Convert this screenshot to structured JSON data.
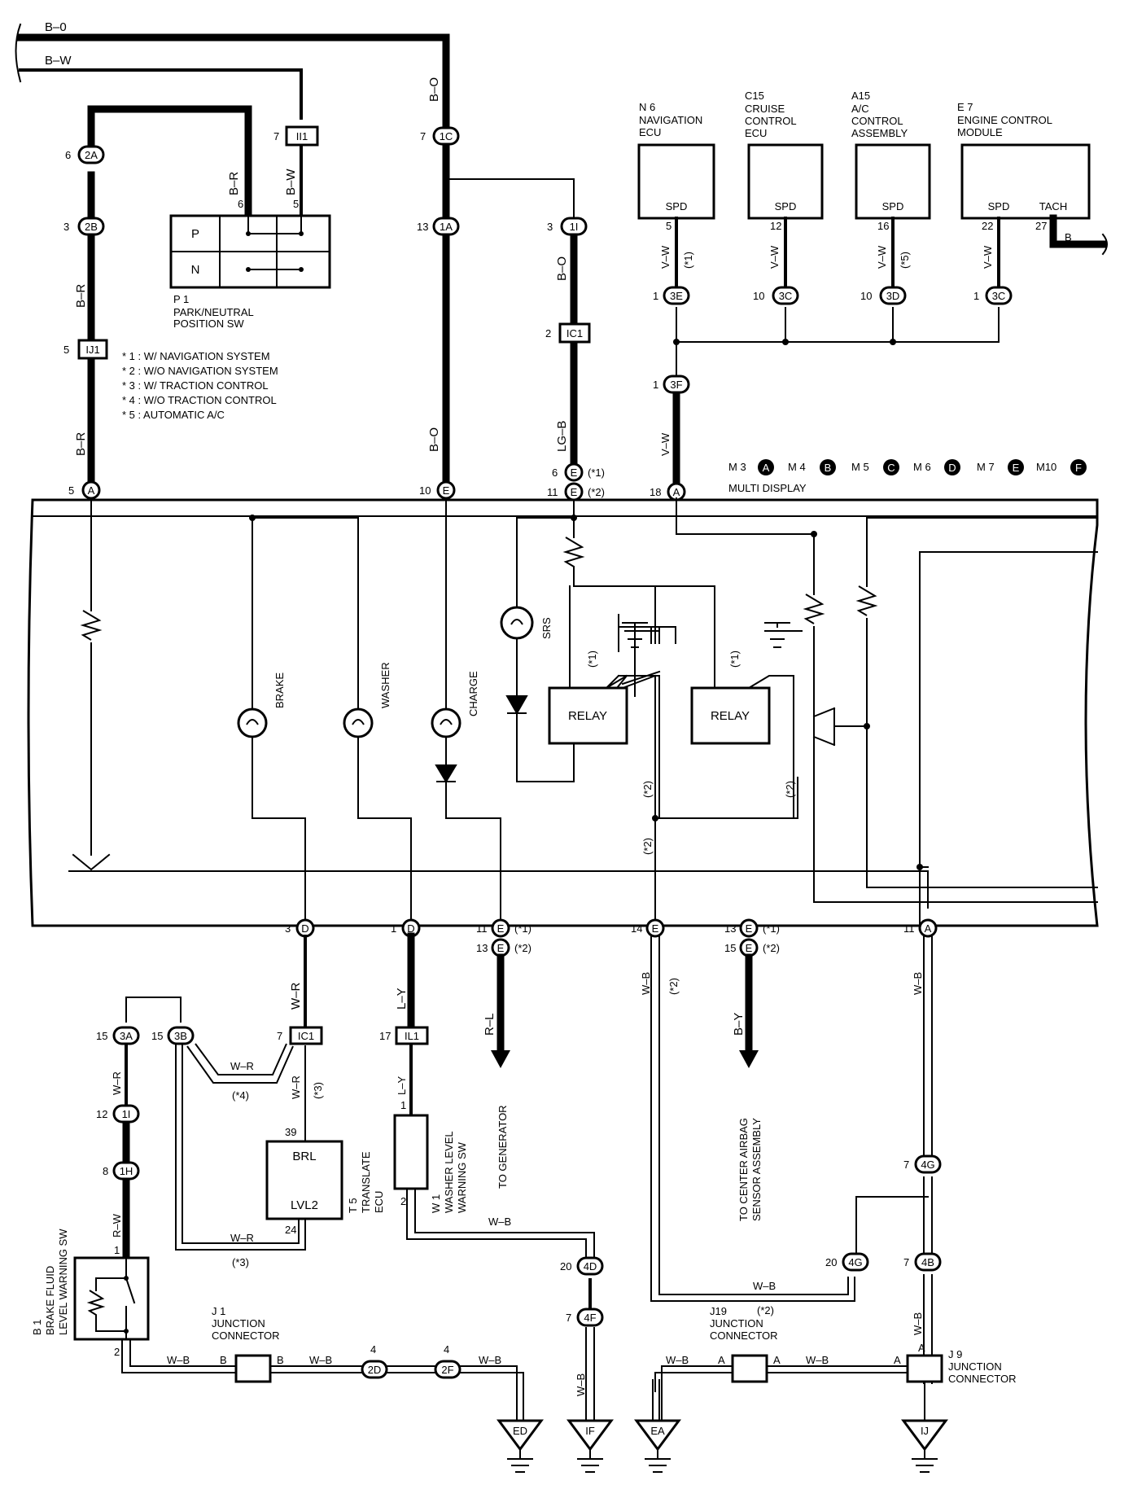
{
  "top_wires": {
    "b_o": "B–0",
    "b_w": "B–W"
  },
  "wire_colors": {
    "b_r": "B–R",
    "b_w": "B–W",
    "b_o": "B–O",
    "lg_b": "LG–B",
    "v_w": "V–W",
    "b": "B",
    "w_r": "W–R",
    "l_y": "L–Y",
    "r_l": "R–L",
    "w_b": "W–B",
    "b_y": "B–Y",
    "r_w": "R–W"
  },
  "modules": {
    "n6": {
      "id": "N 6",
      "name": "NAVIGATION\nECU",
      "pin": "SPD"
    },
    "c15": {
      "id": "C15",
      "name": "CRUISE\nCONTROL\nECU",
      "pin": "SPD"
    },
    "a15": {
      "id": "A15",
      "name": "A/C\nCONTROL\nASSEMBLY",
      "pin": "SPD"
    },
    "e7": {
      "id": "E 7",
      "name": "ENGINE CONTROL\nMODULE",
      "pin": "SPD",
      "pin2": "TACH"
    }
  },
  "park_switch": {
    "id": "P 1",
    "name": "PARK/NEUTRAL\nPOSITION SW",
    "p": "P",
    "n": "N"
  },
  "notes": [
    "* 1 : W/ NAVIGATION SYSTEM",
    "* 2 : W/O NAVIGATION SYSTEM",
    "* 3 : W/ TRACTION CONTROL",
    "* 4 : W/O TRACTION CONTROL",
    "* 5 : AUTOMATIC A/C"
  ],
  "connectors": {
    "c2a": "2A",
    "c2b": "2B",
    "cij1": "IJ1",
    "cii1": "II1",
    "c1c": "1C",
    "c1a": "1A",
    "c1i": "1I",
    "cic1": "IC1",
    "c3e": "3E",
    "c3c": "3C",
    "c3d": "3D",
    "c3f": "3F",
    "c3a": "3A",
    "c3b": "3B",
    "cic1b": "IC1",
    "cil1": "IL1",
    "c1i2": "1I",
    "c1h": "1H",
    "c4g": "4G",
    "c4b": "4B",
    "c4d": "4D",
    "c4f": "4F",
    "c2d": "2D",
    "c2f": "2F"
  },
  "multi_display": {
    "label": "MULTI DISPLAY",
    "legend": [
      "M 3",
      "M 4",
      "M 5",
      "M 6",
      "M 7",
      "M10"
    ],
    "legend_letters": [
      "A",
      "B",
      "C",
      "D",
      "E",
      "F"
    ]
  },
  "indicators": {
    "brake": "BRAKE",
    "washer": "WASHER",
    "charge": "CHARGE",
    "srs": "SRS"
  },
  "relays": [
    "RELAY",
    "RELAY"
  ],
  "variant_tags": {
    "v1": "(*1)",
    "v2": "(*2)",
    "v3": "(*3)",
    "v4": "(*4)",
    "v5": "(*5)"
  },
  "destinations": {
    "generator": "TO GENERATOR",
    "airbag": "TO CENTER AIRBAG\nSENSOR ASSEMBLY"
  },
  "translate_ecu": {
    "id": "T 5",
    "name": "TRANSLATE\nECU",
    "pin1": "BRL",
    "pin2": "LVL2"
  },
  "washer_sw": {
    "id": "W 1",
    "name": "WASHER LEVEL\nWARNING SW"
  },
  "brake_sw": {
    "id": "B 1",
    "name": "BRAKE FLUID\nLEVEL WARNING SW"
  },
  "junctions": {
    "j1": {
      "id": "J 1",
      "name": "JUNCTION\nCONNECTOR"
    },
    "j19": {
      "id": "J19",
      "name": "JUNCTION\nCONNECTOR"
    },
    "j9": {
      "id": "J 9",
      "name": "JUNCTION\nCONNECTOR"
    }
  },
  "grounds": [
    "ED",
    "IF",
    "EA",
    "IJ"
  ]
}
